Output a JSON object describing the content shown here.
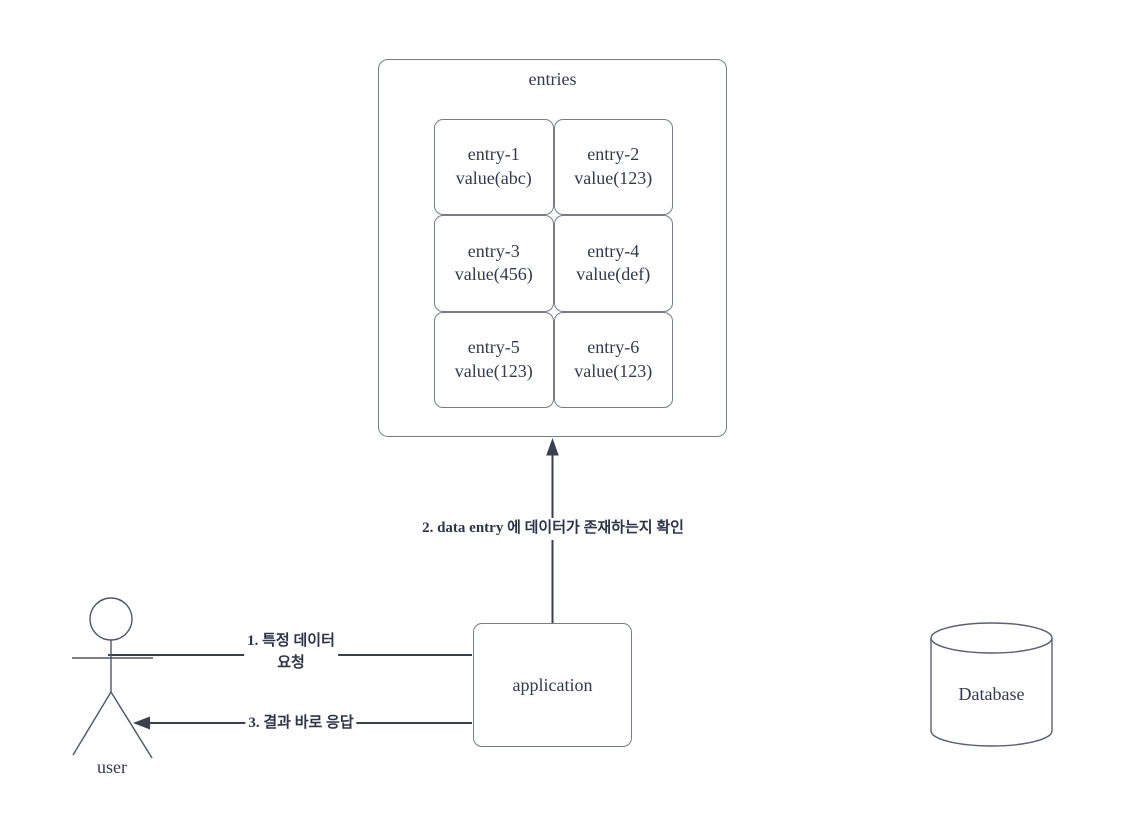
{
  "colors": {
    "background": "#ffffff",
    "arrow_stroke": "#3a414e",
    "box_border": "#767d87",
    "actor_stroke": "#4e5665",
    "text": "#333a4b"
  },
  "entries": {
    "title": "entries",
    "cells": [
      {
        "name": "entry-1",
        "value": "value(abc)"
      },
      {
        "name": "entry-2",
        "value": "value(123)"
      },
      {
        "name": "entry-3",
        "value": "value(456)"
      },
      {
        "name": "entry-4",
        "value": "value(def)"
      },
      {
        "name": "entry-5",
        "value": "value(123)"
      },
      {
        "name": "entry-6",
        "value": "value(123)"
      }
    ]
  },
  "application": {
    "label": "application"
  },
  "database": {
    "label": "Database"
  },
  "actor": {
    "label": "user"
  },
  "flows": {
    "step1": {
      "line1": "1. 특정 데이터",
      "line2": "요청"
    },
    "step2": {
      "label": "2. data entry 에 데이터가 존재하는지 확인"
    },
    "step3": {
      "label": "3. 결과 바로 응답"
    }
  }
}
